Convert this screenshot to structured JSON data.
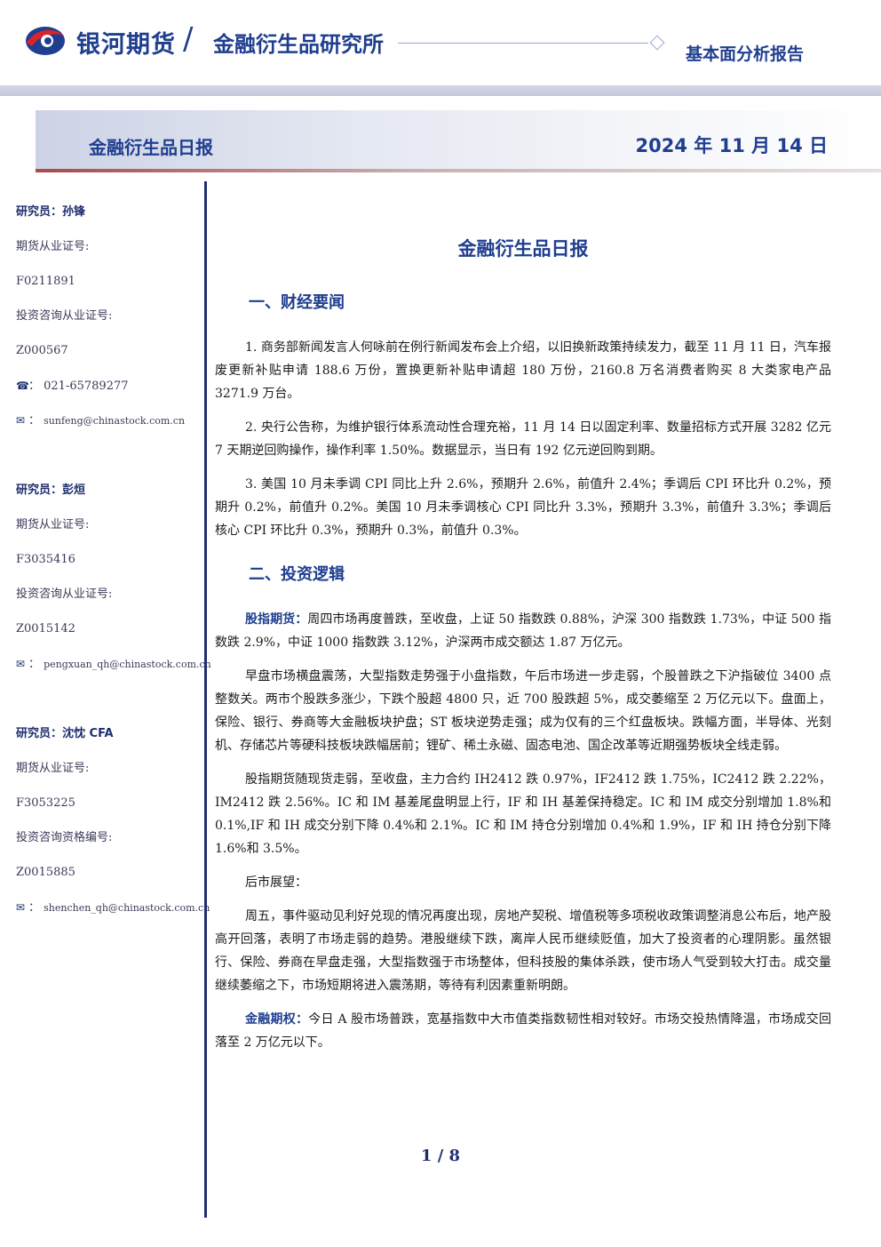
{
  "header": {
    "brand": "银河期货",
    "slash": "/",
    "institute": "金融衍生品研究所",
    "report_type": "基本面分析报告",
    "accent": "#1f3e8f",
    "logo_icon": "galaxy-logo-icon"
  },
  "band": {
    "title": "金融衍生品日报",
    "date": "2024 年 11 月 14 日"
  },
  "sidebar": {
    "researchers": [
      {
        "name": "研究员：孙锋",
        "license_label": "期货从业证号:",
        "license": "F0211891",
        "consult_label": "投资咨询从业证号:",
        "consult": "Z000567",
        "phone": "021-65789277",
        "email": "sunfeng@chinastock.com.cn"
      },
      {
        "name": "研究员：彭烜",
        "license_label": "期货从业证号:",
        "license": "F3035416",
        "consult_label": "投资咨询从业证号:",
        "consult": "Z0015142",
        "email": "pengxuan_qh@chinastock.com.cn"
      },
      {
        "name": "研究员：沈忱  CFA",
        "license_label": "期货从业证号:",
        "license": "F3053225",
        "consult_label": "投资咨询资格编号:",
        "consult": "Z0015885",
        "email": "shenchen_qh@chinastock.com.cn"
      }
    ],
    "phone_icon": "☎",
    "mail_icon": "✉"
  },
  "main": {
    "title": "金融衍生品日报",
    "section1": "一、财经要闻",
    "news": [
      "1. 商务部新闻发言人何咏前在例行新闻发布会上介绍，以旧换新政策持续发力，截至 11 月 11 日，汽车报废更新补贴申请 188.6 万份，置换更新补贴申请超 180 万份，2160.8 万名消费者购买 8 大类家电产品 3271.9 万台。",
      "2. 央行公告称，为维护银行体系流动性合理充裕，11 月 14 日以固定利率、数量招标方式开展 3282 亿元 7 天期逆回购操作，操作利率 1.50%。数据显示，当日有 192 亿元逆回购到期。",
      "3. 美国 10 月未季调 CPI 同比上升 2.6%，预期升 2.6%，前值升 2.4%；季调后 CPI 环比升 0.2%，预期升 0.2%，前值升 0.2%。美国 10 月未季调核心 CPI 同比升 3.3%，预期升 3.3%，前值升 3.3%；季调后核心 CPI 环比升 0.3%，预期升 0.3%，前值升 0.3%。"
    ],
    "section2": "二、投资逻辑",
    "futures_lead": "股指期货：",
    "futures_text": "周四市场再度普跌，至收盘，上证 50 指数跌 0.88%，沪深 300 指数跌 1.73%，中证 500 指数跌 2.9%，中证 1000 指数跌 3.12%，沪深两市成交额达 1.87 万亿元。",
    "para_market": "早盘市场横盘震荡，大型指数走势强于小盘指数，午后市场进一步走弱，个股普跌之下沪指破位 3400 点整数关。两市个股跌多涨少，下跌个股超 4800 只，近 700 股跌超 5%，成交萎缩至 2 万亿元以下。盘面上，保险、银行、券商等大金融板块护盘；ST 板块逆势走强；成为仅有的三个红盘板块。跌幅方面，半导体、光刻机、存储芯片等硬科技板块跌幅居前；锂矿、稀土永磁、固态电池、国企改革等近期强势板块全线走弱。",
    "para_futures": "股指期货随现货走弱，至收盘，主力合约 IH2412 跌 0.97%，IF2412 跌 1.75%，IC2412 跌 2.22%，IM2412 跌 2.56%。IC 和 IM 基差尾盘明显上行，IF 和 IH 基差保持稳定。IC 和 IM 成交分别增加 1.8%和 0.1%,IF 和 IH 成交分别下降 0.4%和 2.1%。IC 和 IM 持仓分别增加 0.4%和 1.9%，IF 和 IH 持仓分别下降 1.6%和 3.5%。",
    "outlook_label": "后市展望：",
    "para_outlook": "周五，事件驱动见利好兑现的情况再度出现，房地产契税、增值税等多项税收政策调整消息公布后，地产股高开回落，表明了市场走弱的趋势。港股继续下跌，离岸人民币继续贬值，加大了投资者的心理阴影。虽然银行、保险、券商在早盘走强，大型指数强于市场整体，但科技股的集体杀跌，使市场人气受到较大打击。成交量继续萎缩之下，市场短期将进入震荡期，等待有利因素重新明朗。",
    "options_lead": "金融期权：",
    "options_text": "今日 A 股市场普跌，宽基指数中大市值类指数韧性相对较好。市场交投热情降温，市场成交回落至 2 万亿元以下。"
  },
  "footer": {
    "page": "1 / 8"
  }
}
